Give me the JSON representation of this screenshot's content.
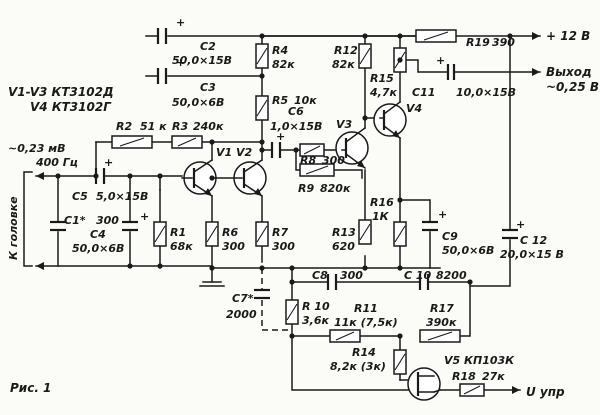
{
  "figure_label": "Рис. 1",
  "notes": {
    "transistors_line1": "V1-V3  КТ3102Д",
    "transistors_line2": "V4  КТ3102Г"
  },
  "input": {
    "level": "~0,23 мВ",
    "frequency": "400 Гц",
    "side_label": "К головке"
  },
  "terminals": {
    "supply": "+ 12 В",
    "output_line1": "Выход",
    "output_line2": "~0,25 В",
    "control": "U упр"
  },
  "resistors": {
    "R1": {
      "name": "R1",
      "value": "68к"
    },
    "R2": {
      "name": "R2",
      "value": "51 к"
    },
    "R3": {
      "name": "R3",
      "value": "240к"
    },
    "R4": {
      "name": "R4",
      "value": "82к"
    },
    "R5": {
      "name": "R5",
      "value": "10к"
    },
    "R6": {
      "name": "R6",
      "value": "300"
    },
    "R7": {
      "name": "R7",
      "value": "300"
    },
    "R8": {
      "name": "R8",
      "value": "300"
    },
    "R9": {
      "name": "R9",
      "value": "820к"
    },
    "R10": {
      "name": "R 10",
      "value": "3,6к"
    },
    "R11": {
      "name": "R11",
      "value": "11к (7,5к)"
    },
    "R12": {
      "name": "R12",
      "value": "82к"
    },
    "R13": {
      "name": "R13",
      "value": "620"
    },
    "R14": {
      "name": "R14",
      "value": "8,2к (3к)"
    },
    "R15": {
      "name": "R15",
      "value": "4,7к"
    },
    "R16": {
      "name": "R16",
      "value": "1К"
    },
    "R17": {
      "name": "R17",
      "value": "390к"
    },
    "R18": {
      "name": "R18",
      "value": "27к"
    },
    "R19": {
      "name": "R19",
      "value": "390"
    }
  },
  "capacitors": {
    "C1": {
      "name": "C1*",
      "value": "300"
    },
    "C2": {
      "name": "C2",
      "value": "50,0×15В"
    },
    "C3": {
      "name": "C3",
      "value": "50,0×6В"
    },
    "C4": {
      "name": "C4",
      "value": "50,0×6В"
    },
    "C5": {
      "name": "C5",
      "value": "5,0×15В"
    },
    "C6": {
      "name": "C6",
      "value": "1,0×15В"
    },
    "C7": {
      "name": "C7*",
      "value": "2000"
    },
    "C8": {
      "name": "C8",
      "value": "300"
    },
    "C9": {
      "name": "C9",
      "value": "50,0×6В"
    },
    "C10": {
      "name": "C 10",
      "value": "8200"
    },
    "C11": {
      "name": "C11",
      "value": "10,0×15В"
    },
    "C12": {
      "name": "C 12",
      "value": "20,0×15 В"
    }
  },
  "transistor_labels": {
    "V1": "V1",
    "V2": "V2",
    "V3": "V3",
    "V4": "V4",
    "V5": "V5",
    "V5_type": "КП103К"
  }
}
